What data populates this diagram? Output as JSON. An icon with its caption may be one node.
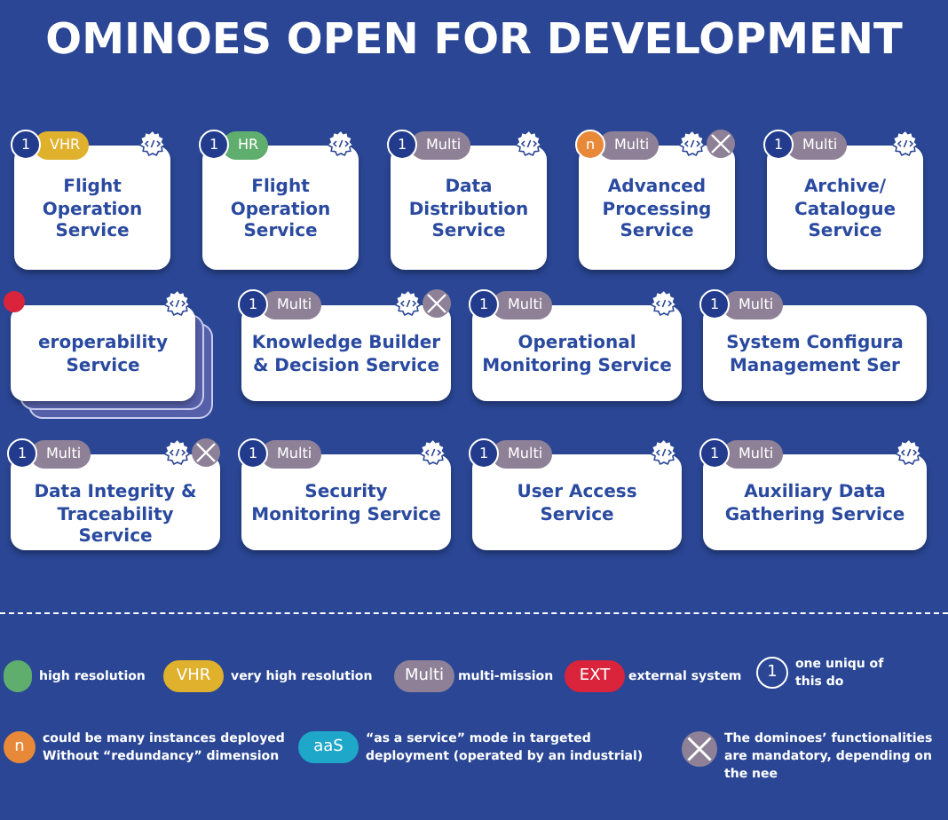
{
  "diagram": {
    "title": "OMINOES OPEN FOR DEVELOPMENT",
    "nodes": [
      {
        "text": [
          "1",
          "VHR",
          "Flight Operation Service"
        ]
      },
      {
        "text": [
          "1",
          "HR",
          "Flight Operation Service"
        ]
      },
      {
        "text": [
          "1",
          "Multi",
          "Data Distribution Service"
        ]
      },
      {
        "text": [
          "n",
          "Multi",
          "Advanced Processing Service"
        ]
      },
      {
        "text": [
          "1",
          "Multi",
          "Archive/ Catalogue Service"
        ]
      },
      {
        "text": [
          "eroperability Service"
        ]
      },
      {
        "text": [
          "1",
          "Multi",
          "Knowledge Builder & Decision Service"
        ]
      },
      {
        "text": [
          "1",
          "Multi",
          "Operational Monitoring Service"
        ]
      },
      {
        "text": [
          "1",
          "Multi",
          "System Configura Management Ser"
        ]
      },
      {
        "text": [
          "1",
          "Multi",
          "Data Integrity & Traceability Service"
        ]
      },
      {
        "text": [
          "1",
          "Multi",
          "Security Monitoring Service"
        ]
      },
      {
        "text": [
          "1",
          "Multi",
          "User Access Service"
        ]
      },
      {
        "text": [
          "1",
          "Multi",
          "Auxiliary Data Gathering Service"
        ]
      }
    ],
    "labels": [
      "VHR",
      "Multi",
      "EXT",
      "1",
      "n",
      "aaS"
    ],
    "legend": [
      {
        "text": "high resolution",
        "color": "#5fae6e"
      },
      {
        "text": "very high resolution",
        "color": "#e0b12d"
      },
      {
        "text": "multi-mission",
        "color": "#8e8197"
      },
      {
        "text": "external system",
        "color": "#d9243c"
      },
      {
        "text": "one uniqu of this do"
      },
      {
        "text": "could be many instances deployed Without “redundancy” dimension",
        "color": "#e8893a"
      },
      {
        "text": "“as a service” mode in targeted deployment (operated by an industrial)",
        "color": "#1ea7c9"
      },
      {
        "text": "The dominoes’ functionalities are mandatory, depending on the nee"
      }
    ]
  }
}
